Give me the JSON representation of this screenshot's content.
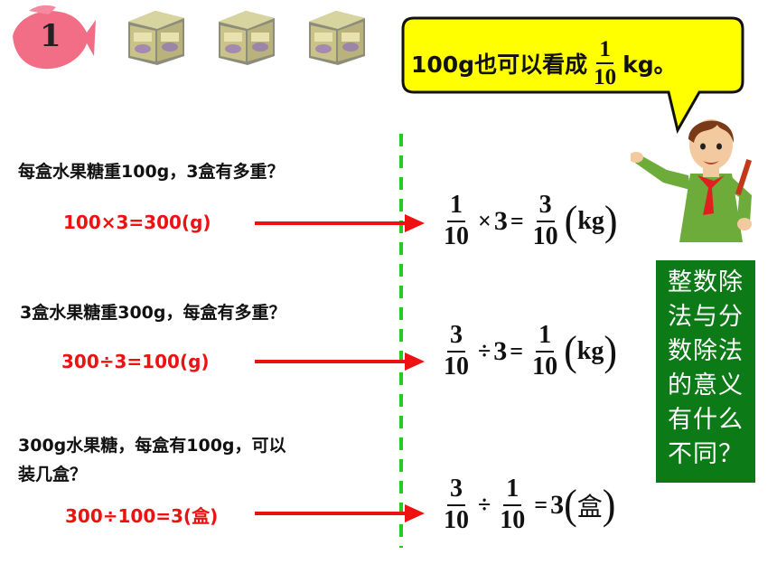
{
  "header": {
    "example_number": "1"
  },
  "bubble": {
    "prefix": "100g也可以看成",
    "frac_num": "1",
    "frac_den": "10",
    "suffix": "kg。"
  },
  "problems": [
    {
      "question": "每盒水果糖重100g，3盒有多重？",
      "answer": "100×3=300(g)",
      "formula": {
        "a_num": "1",
        "a_den": "10",
        "op": "×",
        "b": "3",
        "eq": "=",
        "r_num": "3",
        "r_den": "10",
        "unit": "kg"
      }
    },
    {
      "question": "3盒水果糖重300g，每盒有多重？",
      "answer": "300÷3=100(g)",
      "formula": {
        "a_num": "3",
        "a_den": "10",
        "op": "÷",
        "b": "3",
        "eq": "=",
        "r_num": "1",
        "r_den": "10",
        "unit": "kg"
      }
    },
    {
      "question_line1": "300g水果糖，每盒有100g，可以",
      "question_line2": "装几盒？",
      "answer": "300÷100=3(盒)",
      "formula": {
        "a_num": "3",
        "a_den": "10",
        "op": "÷",
        "b_num": "1",
        "b_den": "10",
        "eq": "=",
        "r": "3",
        "unit": "盒"
      }
    }
  ],
  "side_box": {
    "lines": [
      "整数除",
      "法与分",
      "数除法",
      "的意义",
      "有什么",
      "不同？"
    ]
  },
  "colors": {
    "accent_red": "#ee1111",
    "bubble_fill": "#ffff00",
    "divider_green": "#22cc22",
    "box_green": "#0c7a16",
    "fish_pink": "#f26e86"
  },
  "icons": {
    "fish": "fish-badge-icon",
    "tin": "candy-tin-icon",
    "boy": "boy-teacher-illustration",
    "arrow": "right-arrow-icon"
  }
}
